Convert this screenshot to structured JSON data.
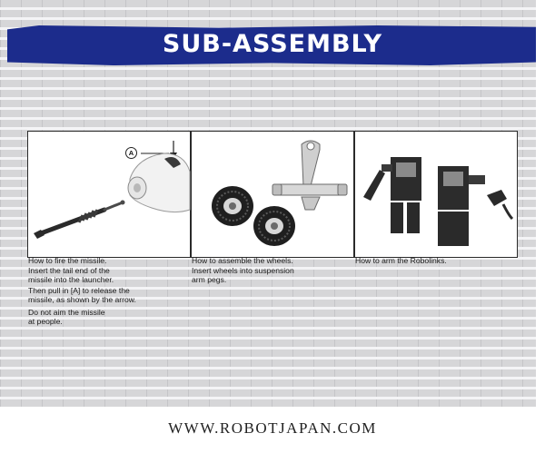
{
  "header": {
    "title": "SUB-ASSEMBLY"
  },
  "panels": [
    {
      "callout_label": "A",
      "lines": [
        "How to fire the missile.",
        "Insert the tail end of the\nmissile into the launcher.",
        "Then pull in [A] to release the\nmissile, as shown by the arrow.",
        "Do not aim the missile\nat people."
      ]
    },
    {
      "lines": [
        "How to assemble the wheels.",
        "Insert wheels into suspension\narm pegs."
      ]
    },
    {
      "lines": [
        "How to arm the Robolinks."
      ]
    }
  ],
  "footer": {
    "watermark": "WWW.ROBOTJAPAN.COM"
  },
  "colors": {
    "banner": "#1c2c8c",
    "text": "#1a1a1a",
    "stripe": "#f4f4f6"
  }
}
